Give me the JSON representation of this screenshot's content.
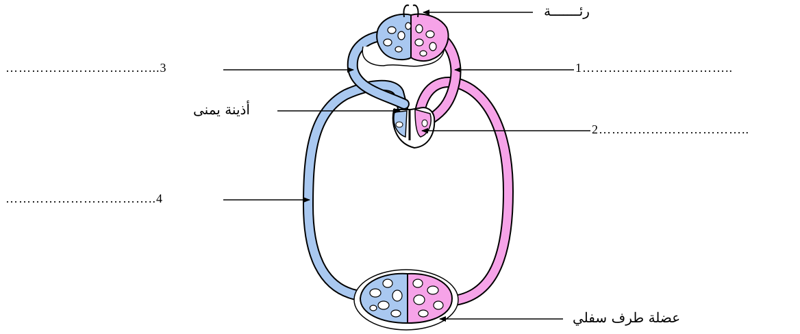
{
  "colors": {
    "deoxygenated": "#a9c8f0",
    "oxygenated": "#f6a3e8",
    "outline": "#000000",
    "background": "#ffffff"
  },
  "labels": {
    "lung": "رئـــــــة",
    "right_atrium": "أذينة يمنى",
    "lower_limb_muscle": "عضلة طرف سفلي",
    "blank_1": "1……………………………..",
    "blank_2": "2……………………………..",
    "blank_3": "……………………………...3",
    "blank_4": "……………………………..4"
  }
}
